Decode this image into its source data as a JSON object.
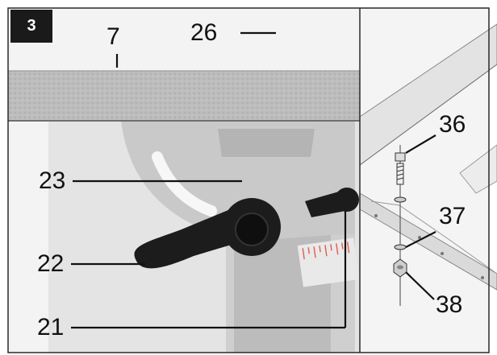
{
  "figure": {
    "number": "3",
    "callouts": {
      "c7": "7",
      "c26": "26",
      "c23": "23",
      "c22": "22",
      "c21": "21",
      "c36": "36",
      "c37": "37",
      "c38": "38"
    }
  },
  "colors": {
    "frame": "#2a2a2a",
    "table_top": "#bdbdbd",
    "housing": "#d6d6d6",
    "knob": "#1c1c1c",
    "badge": "#1a1a1a"
  }
}
